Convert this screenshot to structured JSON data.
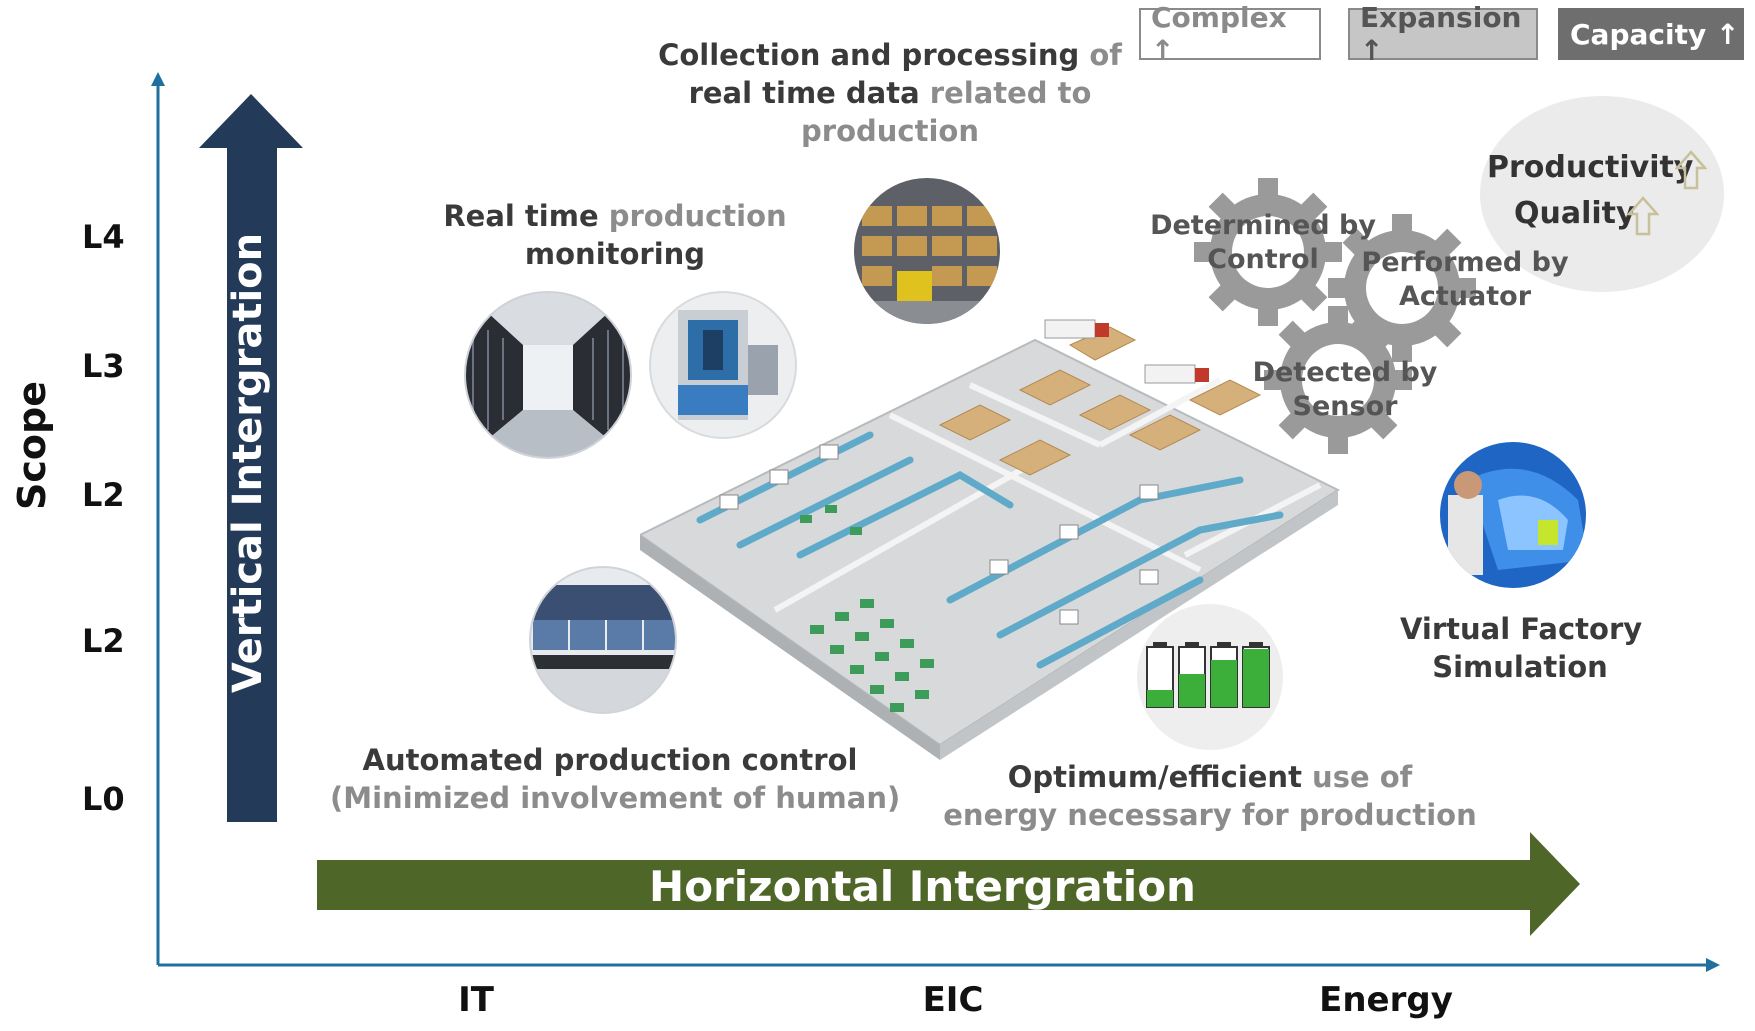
{
  "axes": {
    "y_label": "Scope",
    "levels": [
      "L4",
      "L3",
      "L2",
      "L2",
      "L0"
    ],
    "x_categories": [
      "IT",
      "EIC",
      "Energy"
    ]
  },
  "arrows": {
    "vertical": "Vertical Intergration",
    "horizontal": "Horizontal Intergration"
  },
  "tags": {
    "complex": "Complex ↑",
    "expansion": "Expansion ↑",
    "capacity": "Capacity ↑"
  },
  "labels": {
    "collection": {
      "strong1": "Collection and processing",
      "dim1": " of",
      "strong2": "real time data",
      "dim2": " related to",
      "dim3": "production"
    },
    "monitoring": {
      "strong1": "Real time",
      "dim1": " production",
      "strong2": "monitoring"
    },
    "automated": {
      "strong": "Automated production control",
      "dim": "(Minimized involvement of human)"
    },
    "energy": {
      "strong": "Optimum/efficient",
      "dim1": " use of",
      "dim2": "energy necessary for production"
    },
    "virtual": {
      "line1": "Virtual Factory",
      "line2": "Simulation"
    }
  },
  "gears": {
    "control": [
      "Determined by",
      "Control"
    ],
    "actuator": [
      "Performed by",
      "Actuator"
    ],
    "sensor": [
      "Detected by",
      "Sensor"
    ]
  },
  "outcomes": {
    "productivity": "Productivity",
    "quality": "Quality"
  },
  "colors": {
    "axis": "#1f6f9f",
    "vertical_arrow": "#233a59",
    "horizontal_arrow": "#4e6728",
    "gear": "#9a9a9a"
  }
}
